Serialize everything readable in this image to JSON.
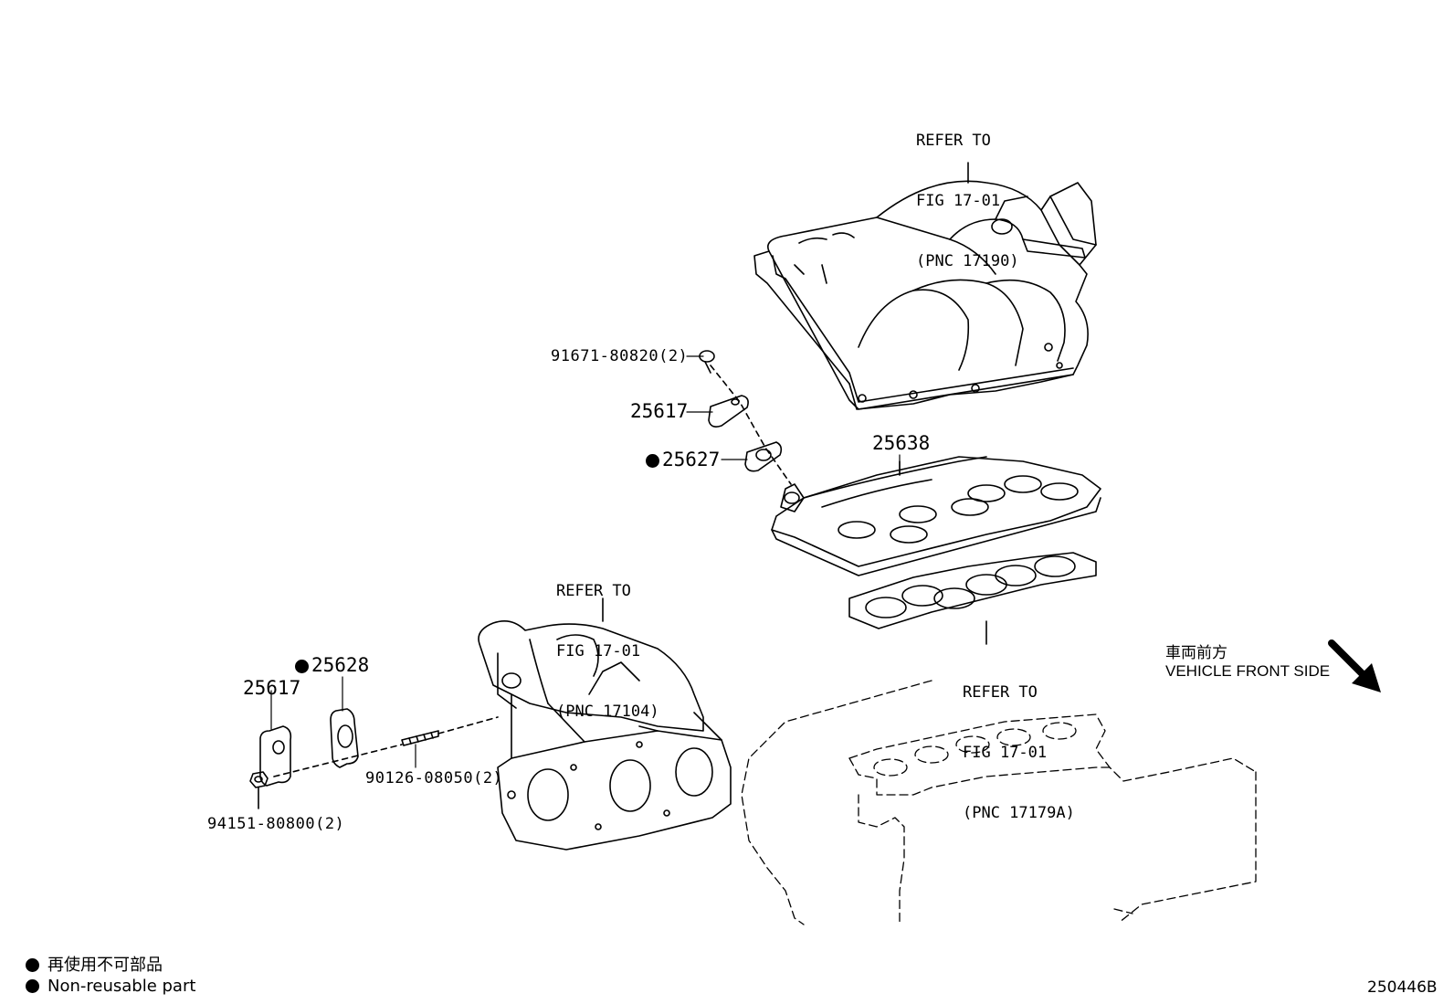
{
  "refs": {
    "intake_upper": [
      "REFER TO",
      "FIG 17-01",
      "(PNC 17190)"
    ],
    "exhaust_manifold": [
      "REFER TO",
      "FIG 17-01",
      "(PNC 17104)"
    ],
    "gasket": [
      "REFER TO",
      "FIG 17-01",
      "(PNC 17179A)"
    ]
  },
  "parts": {
    "bolt_upper": "91671-80820(2)",
    "plate_upper": "25617",
    "gasket_upper": "25627",
    "egr_pipe": "25638",
    "gasket_lower": "25628",
    "plate_lower": "25617",
    "stud": "90126-08050(2)",
    "nut": "94151-80800(2)"
  },
  "direction": {
    "jp": "車両前方",
    "en": "VEHICLE FRONT SIDE"
  },
  "legend": {
    "jp": "再使用不可部品",
    "en": "Non-reusable part"
  },
  "figure_id": "250446B"
}
